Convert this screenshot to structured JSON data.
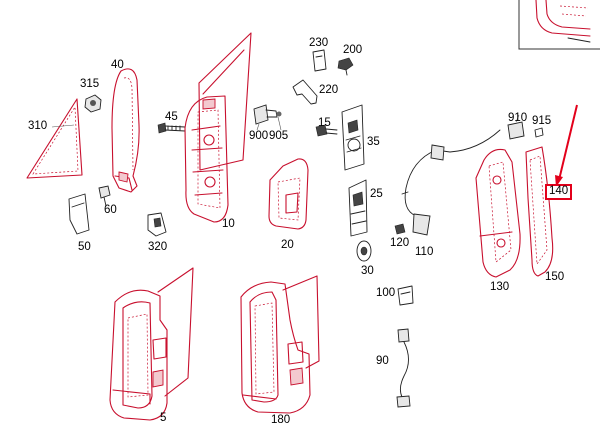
{
  "highlight": {
    "color": "#e3001b",
    "label_id": "140"
  },
  "labels": {
    "l230": "230",
    "l200": "200",
    "l315": "315",
    "l40": "40",
    "l220": "220",
    "l910": "910",
    "l915": "915",
    "l310": "310",
    "l45": "45",
    "l900": "900",
    "l905": "905",
    "l15": "15",
    "l35": "35",
    "l140": "140",
    "l60": "60",
    "l10": "10",
    "l25": "25",
    "l50": "50",
    "l320": "320",
    "l20": "20",
    "l120": "120",
    "l110": "110",
    "l30": "30",
    "l150": "150",
    "l130": "130",
    "l100": "100",
    "l90": "90",
    "l5": "5",
    "l180": "180"
  }
}
